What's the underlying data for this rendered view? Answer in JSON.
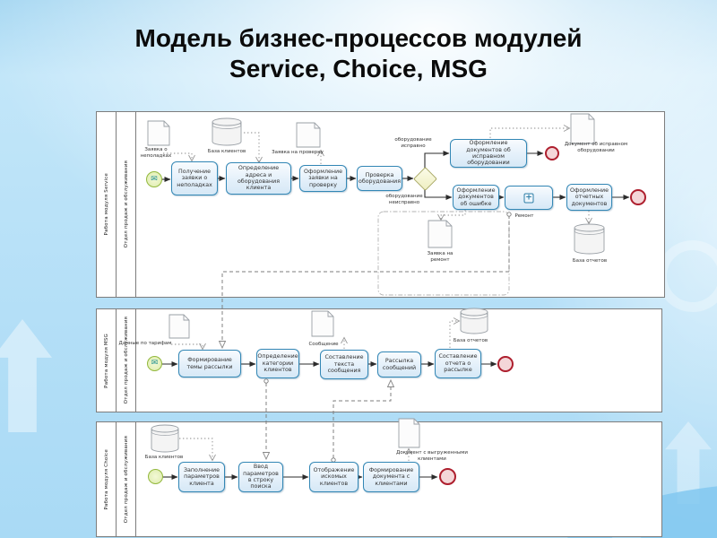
{
  "slide_title": {
    "line1": "Модель бизнес-процессов модулей",
    "line2": "Service, Choice, MSG"
  },
  "icons": {
    "message_start": "✉",
    "subprocess_plus": "+"
  },
  "colors": {
    "task_border": "#3387b5",
    "start_border": "#93b83d",
    "end_border": "#ae1f2e",
    "gateway_border": "#a8a862",
    "background": "#b4dff7"
  },
  "service_pool": {
    "pool_label": "Работа модуля Service",
    "lane_label": "Отдел продаж и обслуживания",
    "doc_fault_request": "Заявка о неполадках",
    "db_clients": "База клиентов",
    "task_receive_request": "Получение заявки о неполадках",
    "task_identify_address": "Определение адреса и оборудования клиента",
    "doc_check_request": "Заявка на проверку",
    "task_prepare_check_request": "Оформление заявки на проверку",
    "task_check_equipment": "Проверка оборудования",
    "branch_ok": "оборудование исправно",
    "branch_fail": "оборудование неисправно",
    "task_docs_ok": "Оформление документов об исправном оборудовании",
    "task_docs_error": "Оформление документов об ошибке",
    "subprocess_repair": "Ремонт",
    "task_report_docs": "Оформление отчетных документов",
    "doc_ok_equipment": "Документ об исправном оборудовании",
    "doc_repair_request": "Заявка на ремонт",
    "db_reports": "База отчетов"
  },
  "msg_pool": {
    "pool_label": "Работа модуля MSG",
    "lane_label": "Отдел продаж и обслуживания",
    "doc_tariff_data": "Данные по тарифам",
    "task_topic": "Формирование темы рассылки",
    "task_category": "Определение категории клиентов",
    "doc_message": "Сообщение",
    "task_compose": "Составление текста сообщения",
    "task_send": "Рассылка сообщений",
    "task_report": "Составление отчета о рассылке",
    "db_reports": "База отчетов"
  },
  "choice_pool": {
    "pool_label": "Работа модуля Choice",
    "lane_label": "Отдел продаж и обслуживания",
    "db_clients": "База клиентов",
    "task_fill_params": "Заполнение параметров клиента",
    "task_enter_params": "Ввод параметров в строку поиска",
    "task_display": "Отображение искомых клиентов",
    "task_build_doc": "Формирование документа с клиентами",
    "doc_exported_clients": "Документ с выгруженными клиентами"
  }
}
